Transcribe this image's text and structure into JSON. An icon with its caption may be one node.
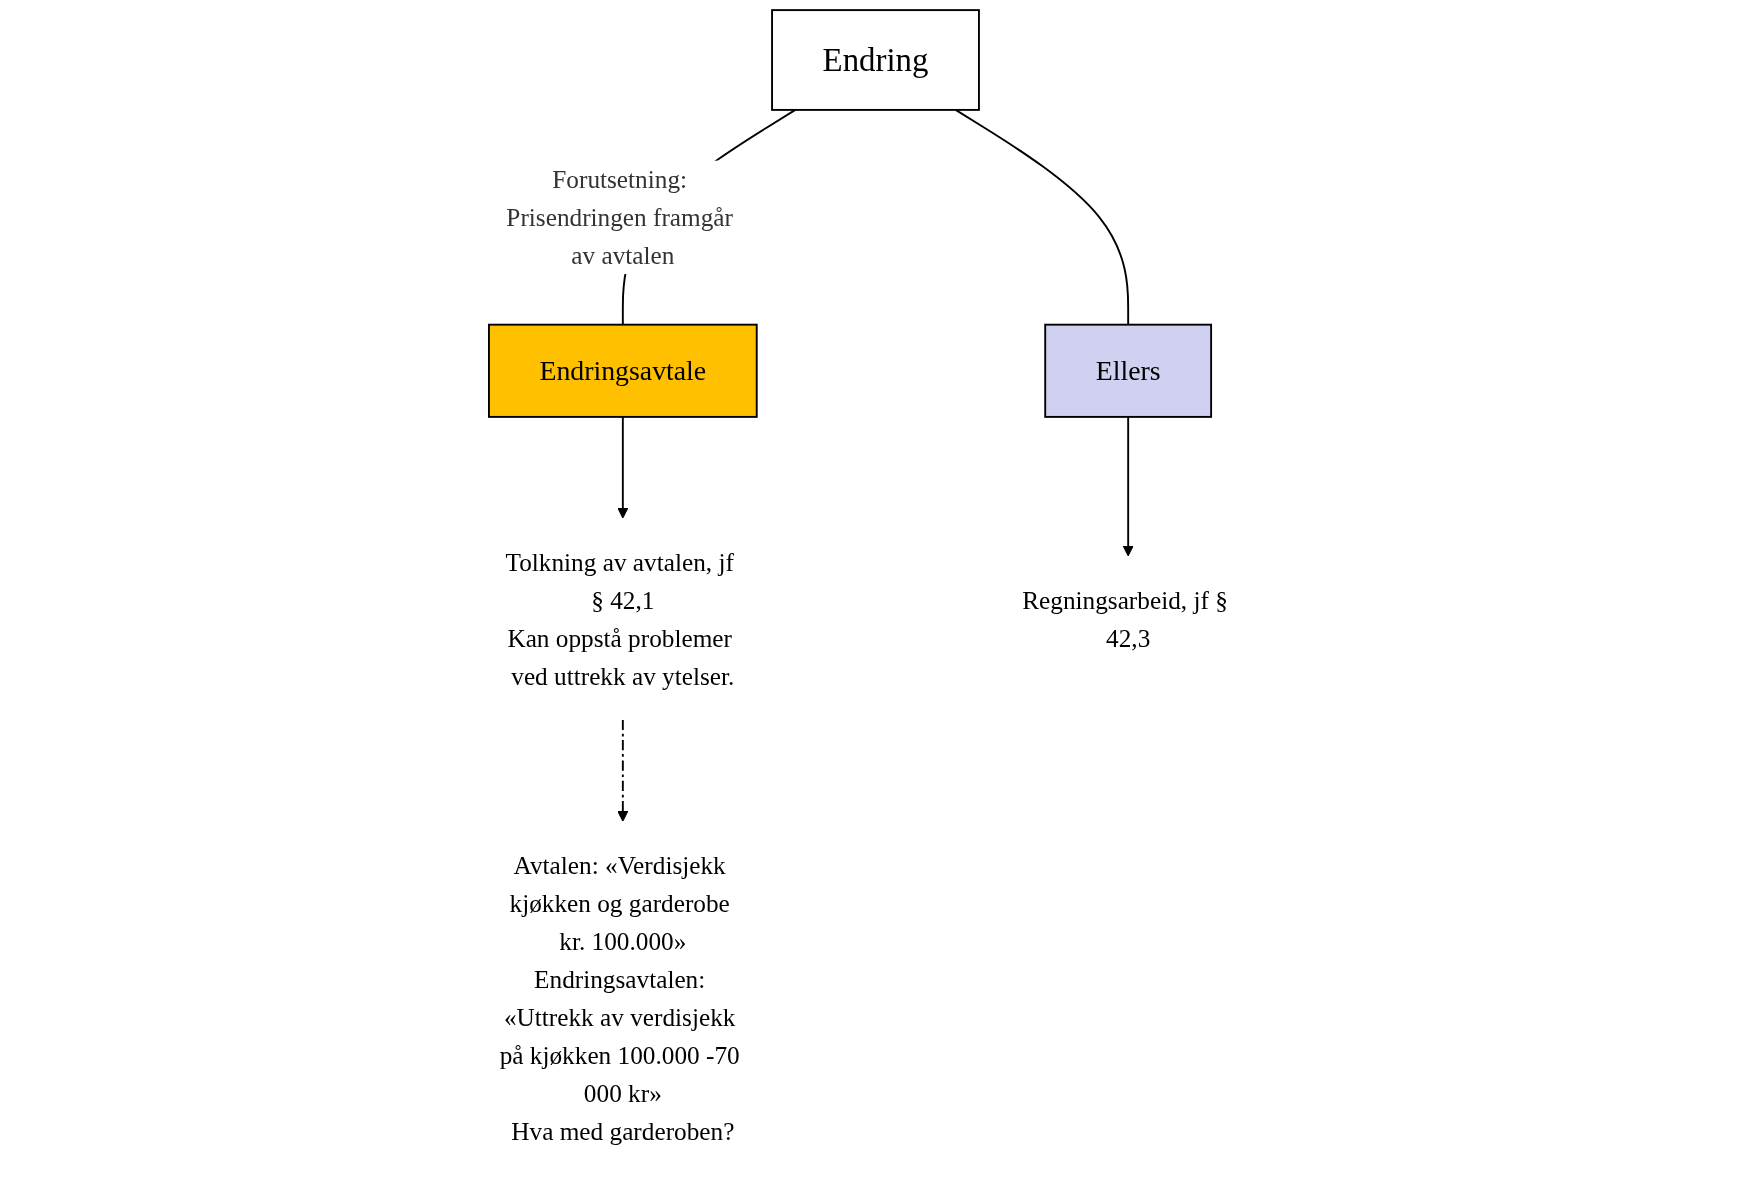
{
  "diagram": {
    "nodes": [
      {
        "text": [
          "Endring"
        ]
      },
      {
        "text": [
          "Endringsavtale"
        ]
      },
      {
        "text": [
          "Ellers"
        ]
      },
      {
        "text": [
          "Tolkning av avtalen, jf § 42,1",
          "Kan oppstå problemer ved uttrekk av ytelser."
        ]
      },
      {
        "text": [
          "Regningsarbeid, jf § 42,3"
        ]
      },
      {
        "text": [
          "Avtalen: «Verdisjekk kjøkken og garderobe kr. 100.000»",
          "Endringsavtalen: «Uttrekk av verdisjekk på kjøkken 100.000 -70 000 kr»",
          "Hva med garderoben?"
        ]
      }
    ],
    "edges": [
      {
        "from": 0,
        "to": 1,
        "arrow": "none",
        "label": "Forutsetning: Prisendringen framgår av avtalen"
      },
      {
        "from": 0,
        "to": 2,
        "arrow": "none"
      },
      {
        "from": 1,
        "to": 3,
        "arrow": "to"
      },
      {
        "from": 2,
        "to": 4,
        "arrow": "to"
      },
      {
        "from": 3,
        "to": 5,
        "arrow": "to",
        "style": "dashed"
      }
    ]
  }
}
